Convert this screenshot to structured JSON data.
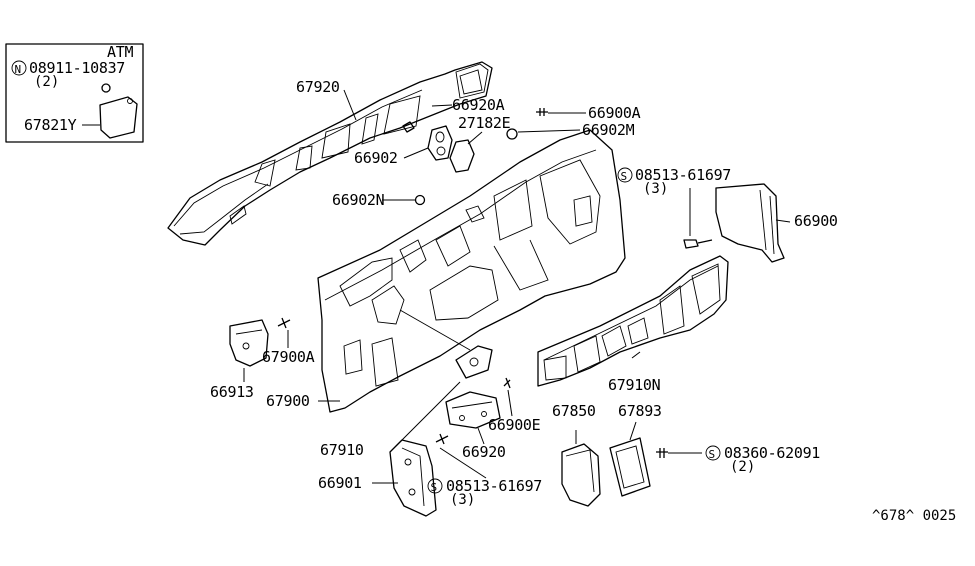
{
  "diagram": {
    "inset": {
      "title": "ATM",
      "bolt_symbol": "N",
      "bolt_part": "08911-10837",
      "bolt_qty": "(2)",
      "cover_part": "67821Y"
    },
    "labels": {
      "p67920": "67920",
      "p66920A": "66920A",
      "p66900A": "66900A",
      "p27182E": "27182E",
      "p66902M": "66902M",
      "p66902": "66902",
      "p66902N": "66902N",
      "p66900": "66900",
      "p67900A": "67900A",
      "p66913": "66913",
      "p67900": "67900",
      "p67910N": "67910N",
      "p67850": "67850",
      "p67893": "67893",
      "p66900E": "66900E",
      "p66920": "66920",
      "p67910": "67910",
      "p66901": "66901"
    },
    "screw_upper": {
      "symbol": "S",
      "part": "08513-61697",
      "qty": "(3)"
    },
    "screw_lower": {
      "symbol": "S",
      "part": "08513-61697",
      "qty": "(3)"
    },
    "screw_right": {
      "symbol": "S",
      "part": "08360-62091",
      "qty": "(2)"
    },
    "footer_code": "^678^ 0025"
  }
}
